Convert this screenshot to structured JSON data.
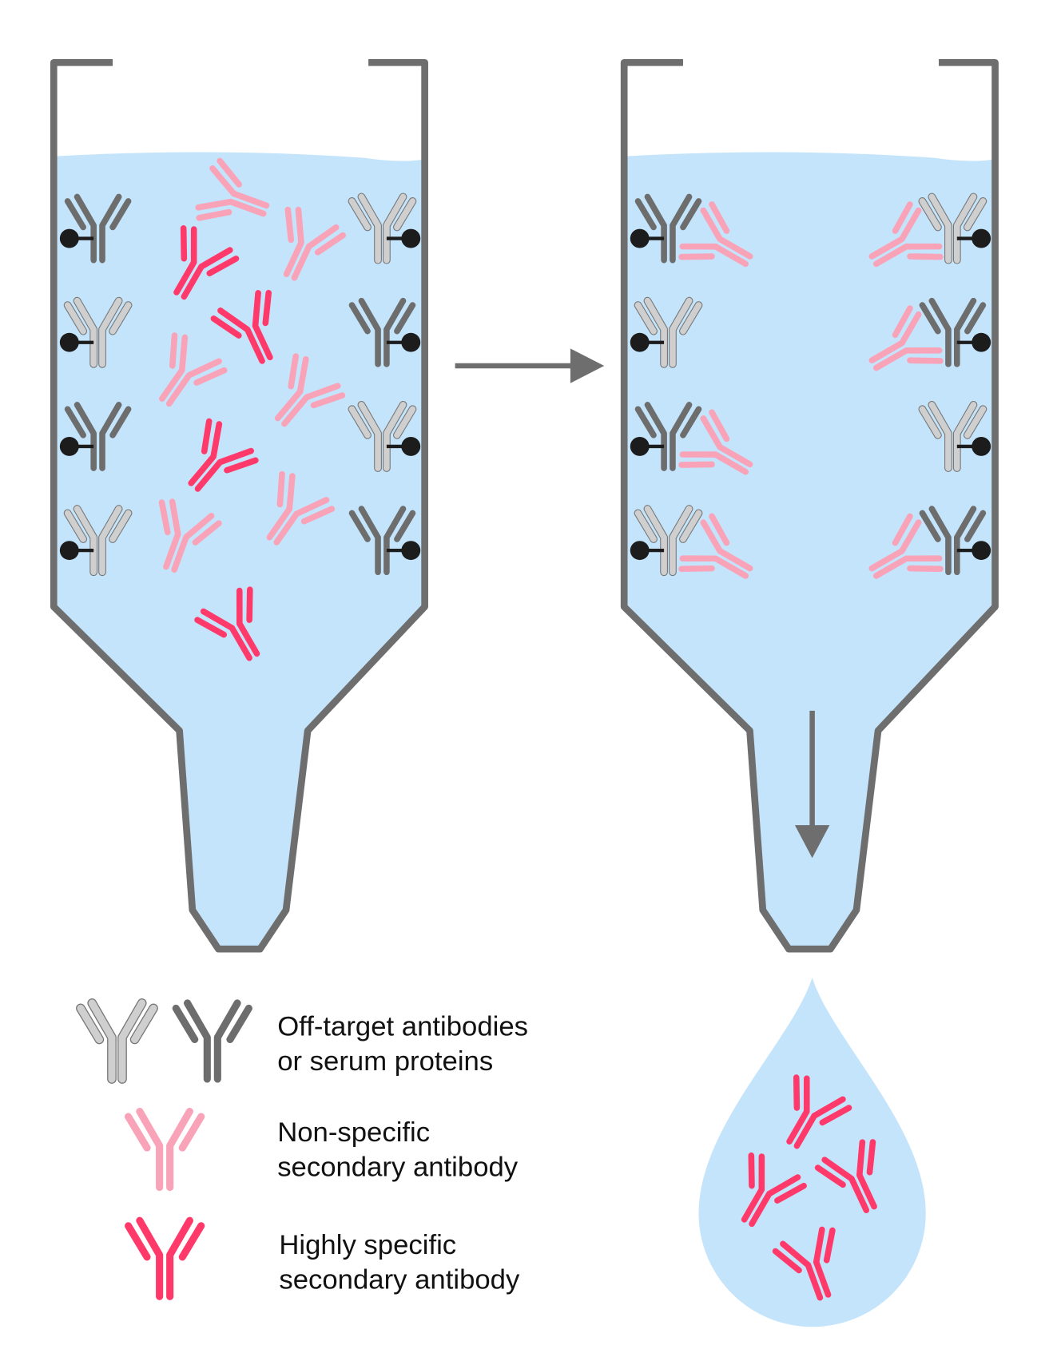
{
  "colors": {
    "liquid": "#c4e4fb",
    "tube": "#6e6e6e",
    "off_target_dark": "#6d6d6d",
    "off_target_light": "#cfcfcf",
    "non_specific": "#f9a3b8",
    "highly_specific": "#ff3a6a"
  },
  "legend": [
    {
      "line1": "Off-target antibodies",
      "line2": "or serum proteins"
    },
    {
      "line1": "Non-specific",
      "line2": "secondary antibody"
    },
    {
      "line1": "Highly specific",
      "line2": "secondary antibody"
    }
  ]
}
